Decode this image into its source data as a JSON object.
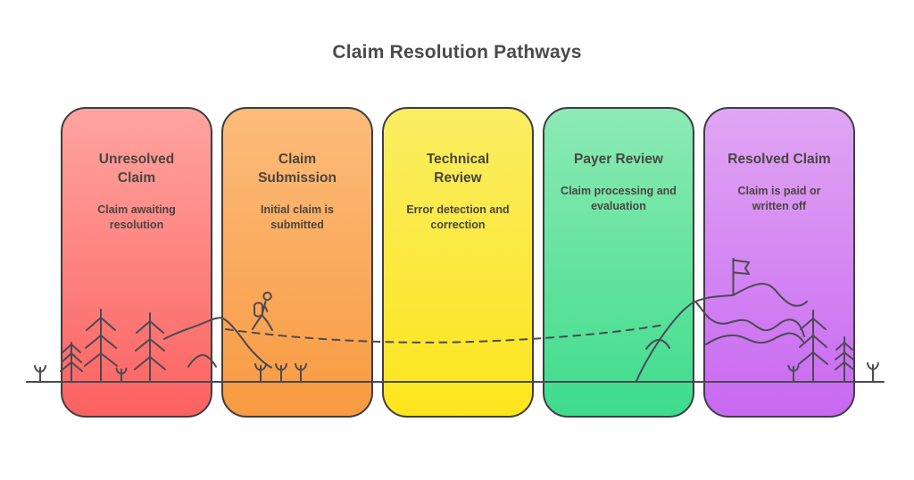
{
  "title": "Claim Resolution Pathways",
  "stages": [
    {
      "name": "Unresolved\nClaim",
      "description": "Claim awaiting\nresolution",
      "color_top": "#ffa4a0",
      "color_bottom": "#fb6260"
    },
    {
      "name": "Claim\nSubmission",
      "description": "Initial claim is\nsubmitted",
      "color_top": "#fcbc7b",
      "color_bottom": "#f89a41"
    },
    {
      "name": "Technical\nReview",
      "description": "Error detection and\ncorrection",
      "color_top": "#faed62",
      "color_bottom": "#fde51d"
    },
    {
      "name": "Payer Review",
      "description": "Claim processing and\nevaluation",
      "color_top": "#8deab4",
      "color_bottom": "#3edc8c"
    },
    {
      "name": "Resolved Claim",
      "description": "Claim is paid or\nwritten off",
      "color_top": "#e0a6f3",
      "color_bottom": "#c868f1"
    }
  ],
  "style": {
    "background": "#ffffff",
    "card_border": "#3e3e44",
    "card_text": "#4a4540",
    "title_text": "#4a4a4a",
    "art_stroke": "#4b4a52"
  },
  "artwork_icons": [
    "pine-tree-icon",
    "sprout-icon",
    "hiker-icon",
    "dashed-trail",
    "hill-ridge",
    "mountain-ridge",
    "summit-flag-icon",
    "ground-line"
  ]
}
